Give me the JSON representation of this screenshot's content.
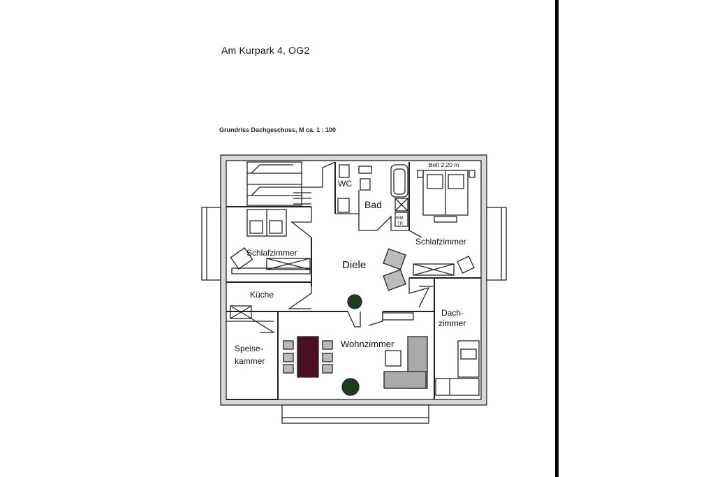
{
  "header": {
    "title": "Am Kurpark 4, OG2",
    "subtitle": "Grundriss Dachgeschoss,   M ca. 1 : 100"
  },
  "rooms": {
    "wc": "WC",
    "bad": "Bad",
    "bed_dim": "Bett 2,20 m",
    "schlafzimmer_left": "Schlafzimmer",
    "schlafzimmer_right": "Schlafzimmer",
    "diele": "Diele",
    "kueche": "Küche",
    "dachzimmer_1": "Dach-",
    "dachzimmer_2": "zimmer",
    "wohnzimmer": "Wohnzimmer",
    "speise_1": "Speise-",
    "speise_2": "kammer",
    "wm": "WM",
    "tr": "TR"
  },
  "colors": {
    "wall": "#222222",
    "wall_fill": "#d8d8d8",
    "table": "#4a1020",
    "plant": "#1f3a1f"
  }
}
